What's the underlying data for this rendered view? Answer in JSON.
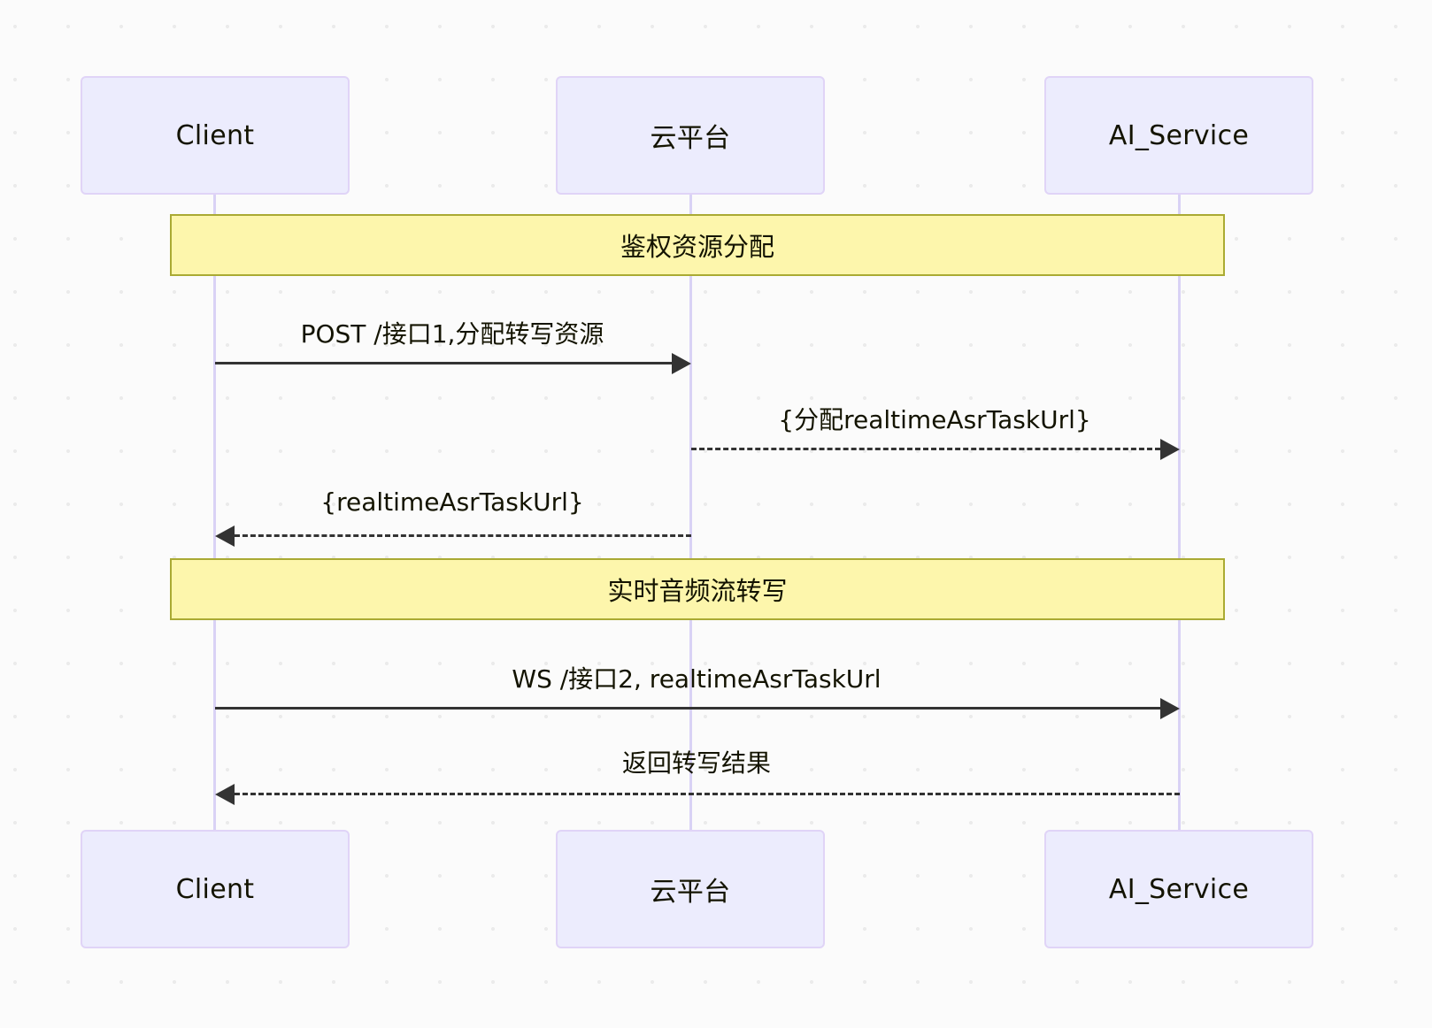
{
  "diagram": {
    "type": "sequence-diagram",
    "background_color": "#fbfbfb",
    "accent_color": "#d9d2f5",
    "note_color": "#fdf6ac",
    "participant_fill": "#ececfd",
    "participants": [
      {
        "id": "client",
        "label": "Client"
      },
      {
        "id": "cloud",
        "label": "云平台"
      },
      {
        "id": "aiservice",
        "label": "AI_Service"
      }
    ],
    "notes": [
      {
        "id": "note1",
        "label": "鉴权资源分配"
      },
      {
        "id": "note2",
        "label": "实时音频流转写"
      }
    ],
    "messages": [
      {
        "id": "m1",
        "label": "POST /接口1,分配转写资源",
        "from": "client",
        "to": "cloud",
        "style": "solid",
        "direction": "right"
      },
      {
        "id": "m2",
        "label": "{分配realtimeAsrTaskUrl}",
        "from": "cloud",
        "to": "aiservice",
        "style": "dashed",
        "direction": "right"
      },
      {
        "id": "m3",
        "label": "{realtimeAsrTaskUrl}",
        "from": "cloud",
        "to": "client",
        "style": "dashed",
        "direction": "left"
      },
      {
        "id": "m4",
        "label": "WS /接口2, realtimeAsrTaskUrl",
        "from": "client",
        "to": "aiservice",
        "style": "solid",
        "direction": "right"
      },
      {
        "id": "m5",
        "label": "返回转写结果",
        "from": "aiservice",
        "to": "client",
        "style": "dashed",
        "direction": "left"
      }
    ]
  }
}
